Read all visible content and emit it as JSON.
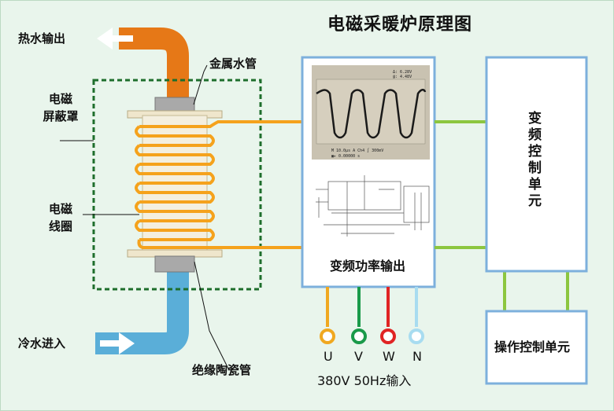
{
  "diagram": {
    "title": "电磁采暖炉原理图",
    "labels": {
      "hot_water_out": "热水输出",
      "metal_pipe": "金属水管",
      "shield_line1": "电磁",
      "shield_line2": "屏蔽罩",
      "coil_line1": "电磁",
      "coil_line2": "线圈",
      "cold_water_in": "冷水进入",
      "ceramic_pipe": "绝缘陶瓷管",
      "vfd_output": "变频功率输出",
      "vfd_control": "变频控制单元",
      "operation_control": "操作控制单元",
      "power_input": "380V 50Hz输入"
    },
    "terminals": [
      {
        "label": "U",
        "color": "#f0a820"
      },
      {
        "label": "V",
        "color": "#1a9a4a"
      },
      {
        "label": "W",
        "color": "#e02424"
      },
      {
        "label": "N",
        "color": "#a8dcf0"
      }
    ],
    "colors": {
      "hot_pipe": "#e67817",
      "cold_pipe": "#5aaed8",
      "coil": "#f5a21c",
      "box_border": "#7db0dc",
      "shield_dash": "#1e6e2c",
      "link_green": "#8cc63f"
    }
  }
}
